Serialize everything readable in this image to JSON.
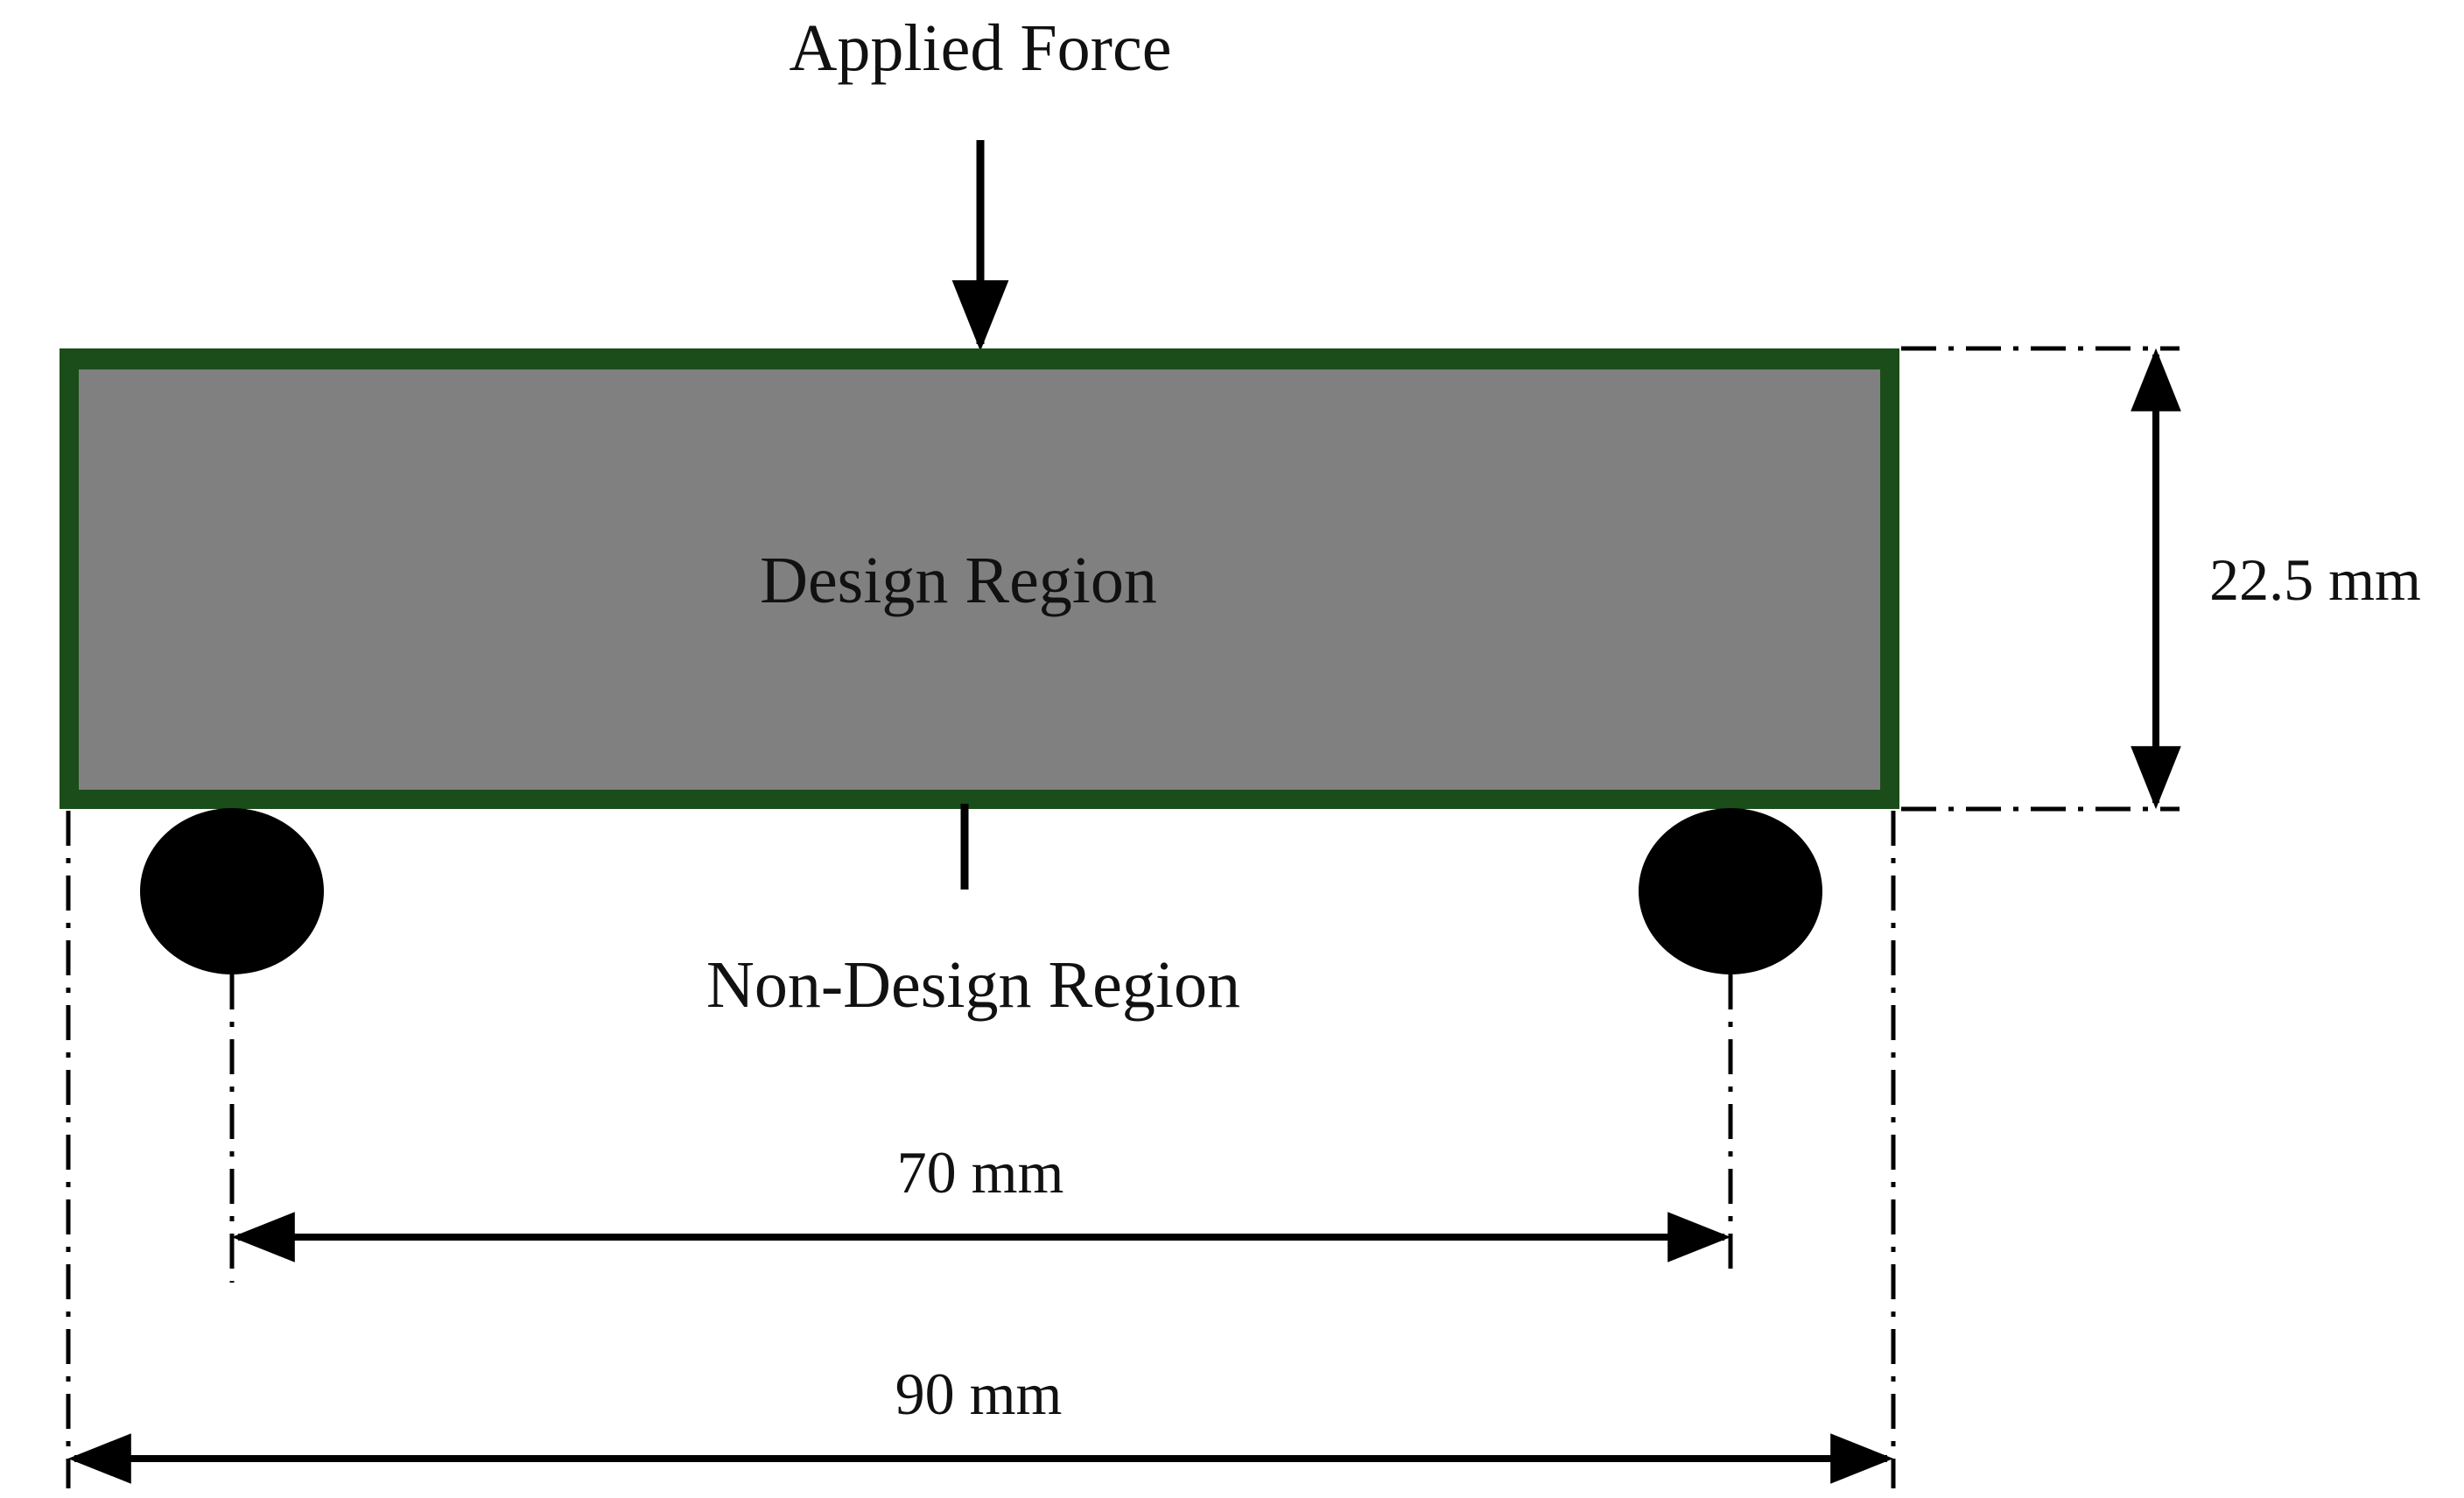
{
  "labels": {
    "applied_force": "Applied Force",
    "design_region": "Design Region",
    "non_design_region": "Non-Design Region"
  },
  "dimensions": {
    "height": "22.5 mm",
    "support_span": "70 mm",
    "total_length": "90 mm"
  },
  "colors": {
    "design_fill": "#808080",
    "non_design_border": "#1a4d1a",
    "lines": "#000000",
    "background": "#ffffff"
  }
}
